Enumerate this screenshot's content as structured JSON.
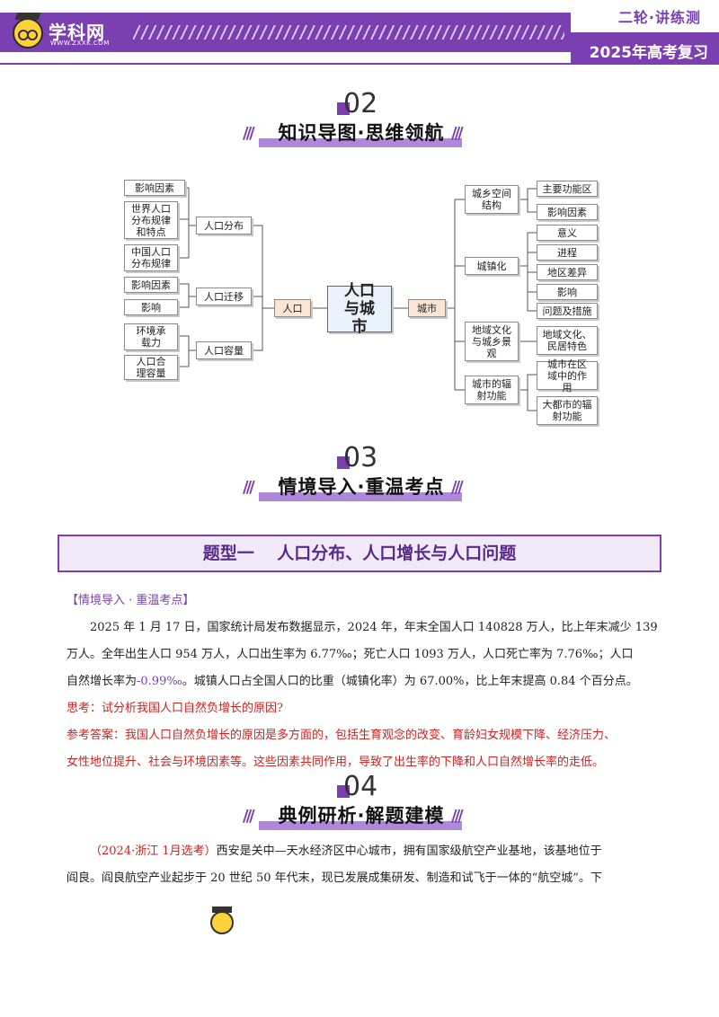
{
  "header": {
    "logo_text": "学科网",
    "logo_url": "WWW.ZXXK.COM",
    "tag_top": "二轮·讲练测",
    "tag_bottom": "2025年高考复习"
  },
  "sections": [
    {
      "num": "02",
      "title": "知识导图·思维领航"
    },
    {
      "num": "03",
      "title": "情境导入·重温考点"
    },
    {
      "num": "04",
      "title": "典例研析·解题建模"
    }
  ],
  "mindmap": {
    "center": "人口与城市",
    "left_hub": "人口",
    "right_hub": "城市",
    "left": [
      {
        "label": "人口分布",
        "children": [
          "影响因素",
          "世界人口分布规律和特点",
          "中国人口分布规律"
        ]
      },
      {
        "label": "人口迁移",
        "children": [
          "影响因素",
          "影响"
        ]
      },
      {
        "label": "人口容量",
        "children": [
          "环境承载力",
          "人口合理容量"
        ]
      }
    ],
    "right": [
      {
        "label": "城乡空间结构",
        "children": [
          "主要功能区",
          "影响因素"
        ]
      },
      {
        "label": "城镇化",
        "children": [
          "意义",
          "进程",
          "地区差异",
          "影响",
          "问题及措施"
        ]
      },
      {
        "label": "地域文化与城乡景观",
        "children": [
          "地域文化、民居特色"
        ]
      },
      {
        "label": "城市的辐射功能",
        "children": [
          "城市在区域中的作用",
          "大都市的辐射功能"
        ]
      }
    ]
  },
  "banner": "题型一　 人口分布、人口增长与人口问题",
  "context": {
    "label": "【情境导入 · 重温考点】",
    "para1": "2025 年 1 月 17 日，国家统计局发布数据显示，2024 年，年末全国人口 140828 万人，比上年末减少 139",
    "para2": "万人。全年出生人口 954 万人，人口出生率为 6.77‰；死亡人口 1093 万人，人口死亡率为 7.76‰；人口",
    "para3a": "自然增长率为",
    "para3b": "-0.99‰",
    "para3c": "。城镇人口占全国人口的比重（城镇化率）为 67.00%，比上年末提高 0.84 个百分点。",
    "think": "思考：试分析我国人口自然负增长的原因?",
    "answer1": "参考答案：我国人口自然负增长的原因是多方面的，包括生育观念的改变、育龄妇女规模下降、经济压力、",
    "answer2": "女性地位提升、社会与环境因素等。这些因素共同作用，导致了出生率的下降和人口自然增长率的走低。"
  },
  "example": {
    "source": "（2024·浙江 1月选考）",
    "line1": "西安是关中—天水经济区中心城市，拥有国家级航空产业基地，该基地位于",
    "line2": "阎良。阎良航空产业起步于 20 世纪 50 年代末，现已发展成集研发、制造和试飞于一体的“航空城”。下"
  }
}
